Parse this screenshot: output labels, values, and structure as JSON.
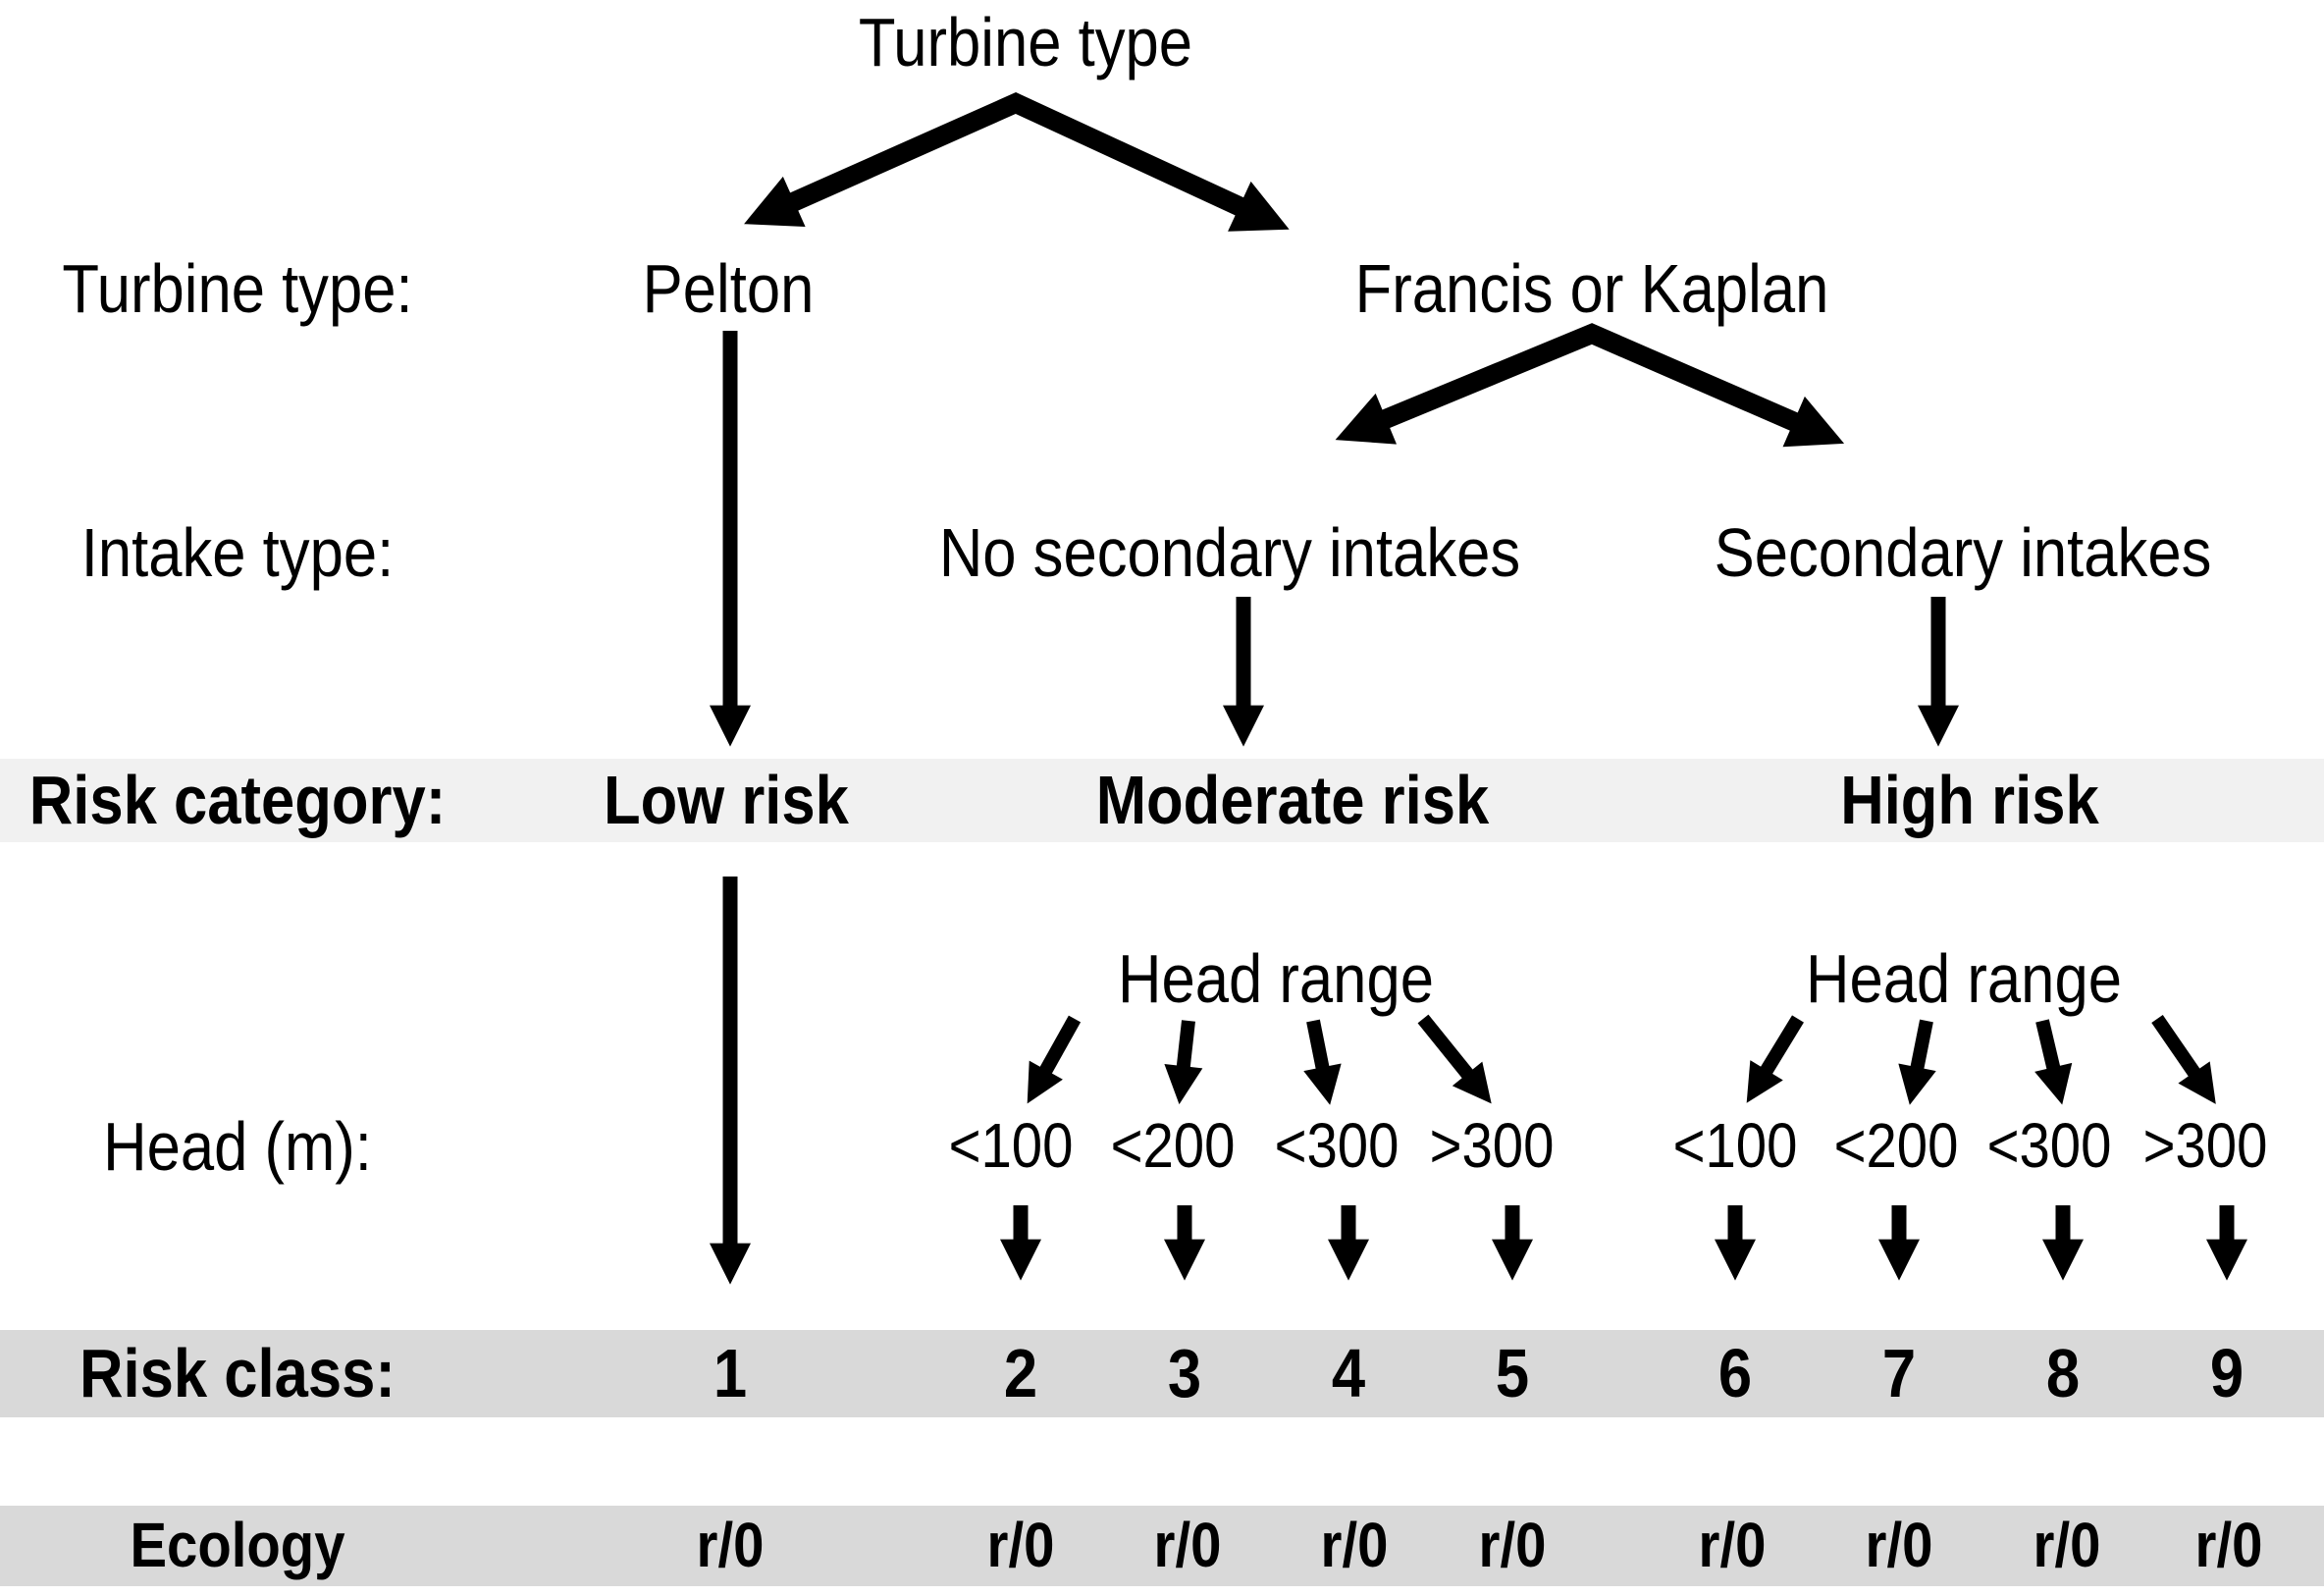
{
  "title": "Turbine type",
  "colors": {
    "band_light": "#f1f1f1",
    "band_gray": "#d9d9d9",
    "ink": "#000000"
  },
  "row_labels": {
    "turbine": "Turbine type:",
    "intake": "Intake type:",
    "risk_category": "Risk category:",
    "head": "Head (m):",
    "risk_class": "Risk class:",
    "ecology": "Ecology"
  },
  "turbine_branches": [
    "Pelton",
    "Francis or Kaplan"
  ],
  "intake_branches": [
    "No secondary intakes",
    "Secondary intakes"
  ],
  "risk_categories": [
    "Low risk",
    "Moderate risk",
    "High risk"
  ],
  "head_range_labels": [
    "Head range",
    "Head range"
  ],
  "head_ranges_moderate": [
    "<100",
    "<200",
    "<300",
    ">300"
  ],
  "head_ranges_high": [
    "<100",
    "<200",
    "<300",
    ">300"
  ],
  "risk_classes": [
    "1",
    "2",
    "3",
    "4",
    "5",
    "6",
    "7",
    "8",
    "9"
  ],
  "ecology_values": [
    "r/0",
    "r/0",
    "r/0",
    "r/0",
    "r/0",
    "r/0",
    "r/0",
    "r/0",
    "r/0"
  ]
}
